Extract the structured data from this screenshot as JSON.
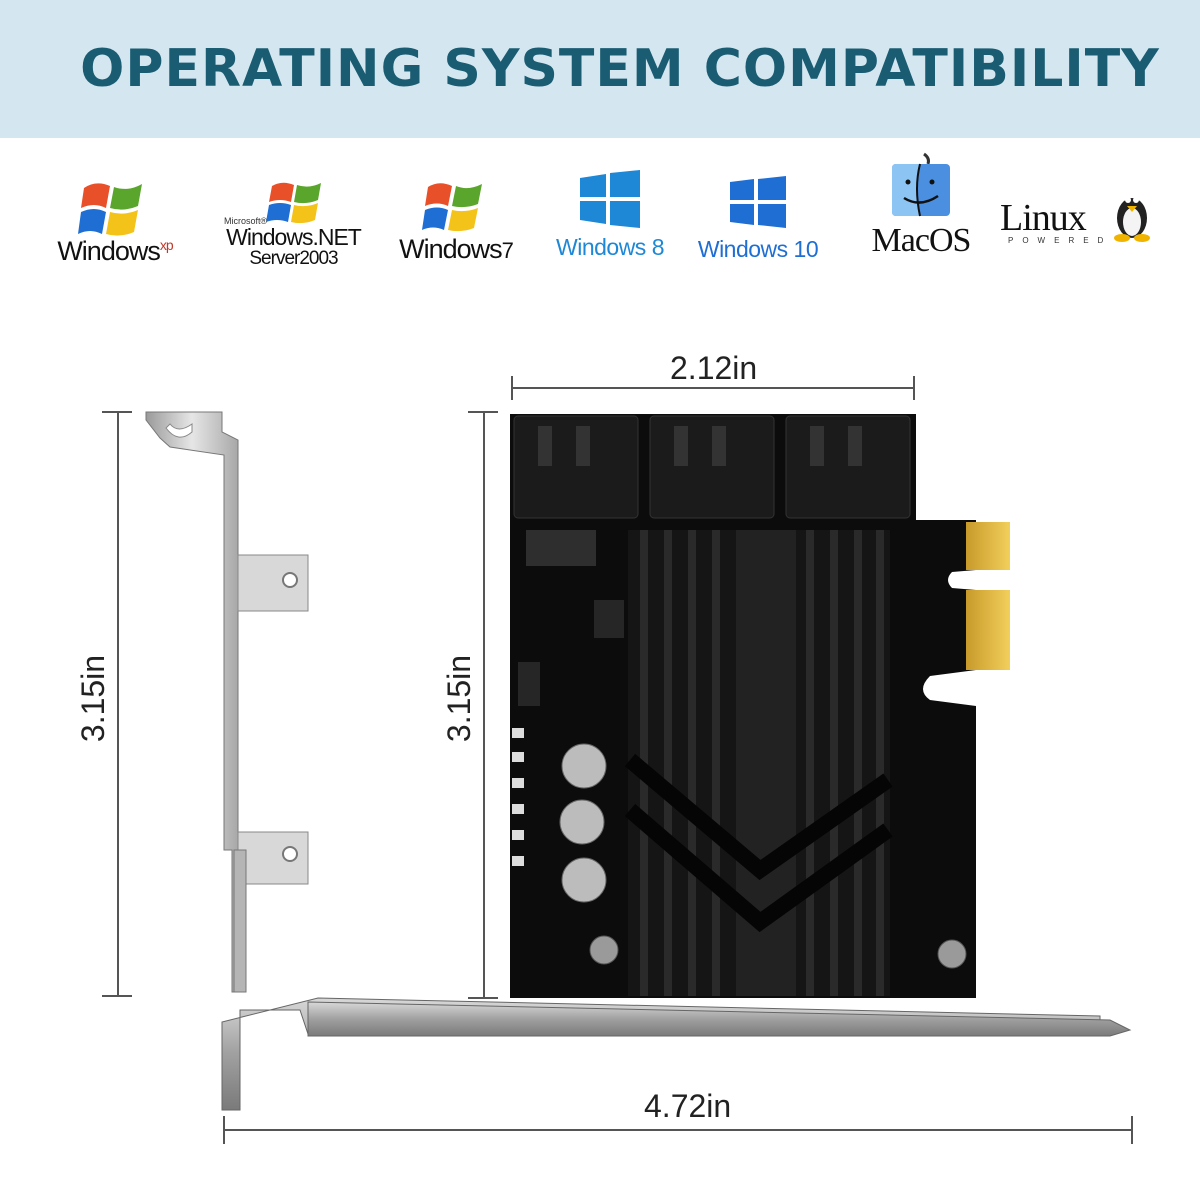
{
  "header": {
    "title": "OPERATING SYSTEM COMPATIBILITY"
  },
  "os_list": [
    {
      "name": "Windows",
      "sup": "xp",
      "icon": "windows-xp-logo-icon"
    },
    {
      "small": "Microsoft®",
      "name": "Windows.NET",
      "sub": "Server2003",
      "icon": "windows-server-logo-icon"
    },
    {
      "name": "Windows",
      "sup": "7",
      "icon": "windows-7-logo-icon"
    },
    {
      "name": "Windows 8",
      "icon": "windows-8-logo-icon"
    },
    {
      "name": "Windows 10",
      "icon": "windows-10-logo-icon"
    },
    {
      "name": "MacOS",
      "icon": "mac-finder-logo-icon"
    },
    {
      "name": "Linux",
      "sub": "POWERED",
      "icon": "linux-tux-logo-icon"
    }
  ],
  "dimensions": {
    "width": "2.12in",
    "height_bracket": "3.15in",
    "height_card": "3.15in",
    "length": "4.72in"
  },
  "colors": {
    "banner": "#d4e7f1",
    "title": "#1a5c72",
    "win_blue": "#1e88d6",
    "pcb": "#0c0c0c"
  }
}
